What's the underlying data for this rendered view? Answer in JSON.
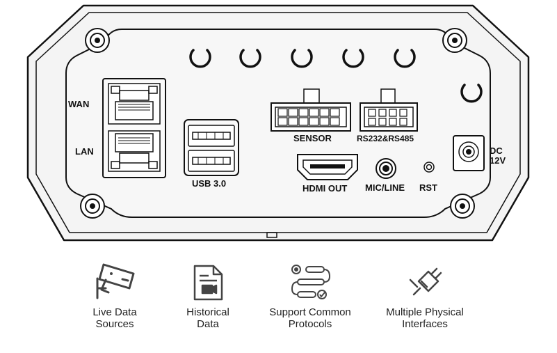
{
  "ports": {
    "wan": "WAN",
    "lan": "LAN",
    "usb": "USB 3.0",
    "sensor": "SENSOR",
    "rs": "RS232&RS485",
    "hdmi": "HDMI OUT",
    "mic": "MIC/LINE",
    "rst": "RST",
    "dc_line1": "DC",
    "dc_line2": "12V"
  },
  "features": [
    {
      "icon": "camera-icon",
      "line1": "Live Data",
      "line2": "Sources"
    },
    {
      "icon": "video-document-icon",
      "line1": "Historical",
      "line2": "Data"
    },
    {
      "icon": "protocol-flow-icon",
      "line1": "Support Common",
      "line2": "Protocols"
    },
    {
      "icon": "plug-icon",
      "line1": "Multiple Physical",
      "line2": "Interfaces"
    }
  ]
}
